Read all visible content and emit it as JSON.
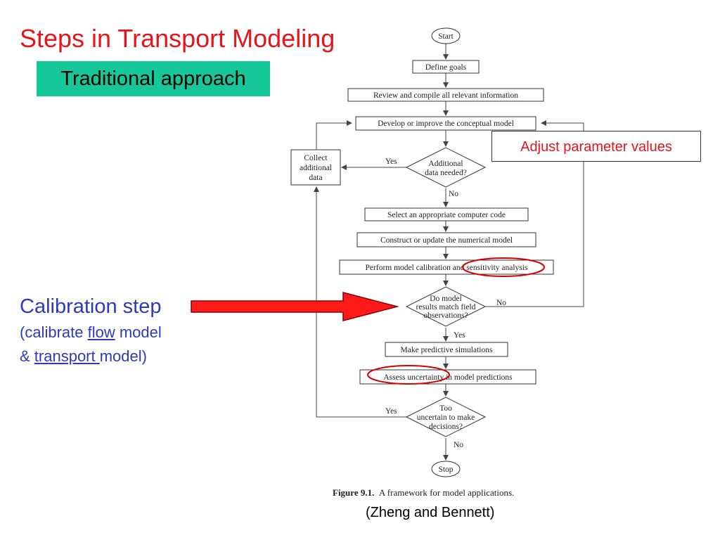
{
  "slide": {
    "title": "Steps in Transport Modeling",
    "badge": "Traditional approach",
    "adjust_note": "Adjust parameter values",
    "calibration": {
      "heading": "Calibration step",
      "line1_prefix": "(calibrate ",
      "line1_flow": "flow",
      "line1_suffix": " model",
      "line2_prefix": "& ",
      "line2_transport": "transport ",
      "line2_suffix": "model)"
    },
    "credit": "(Zheng and Bennett)",
    "colors": {
      "title_red": "#e8141b",
      "badge_green": "#16c79a",
      "calib_blue": "#2e3bb8",
      "arrow_red": "#ff1a1a"
    }
  },
  "flowchart": {
    "start": "Start",
    "stop": "Stop",
    "define_goals": "Define goals",
    "review": "Review and compile all relevant information",
    "develop": "Develop or improve the conceptual model",
    "collect": [
      "Collect",
      "additional",
      "data"
    ],
    "decision_data": [
      "Additional",
      "data needed?"
    ],
    "select_code": "Select an appropriate computer code",
    "construct": "Construct or update the numerical model",
    "calibrate": "Perform model calibration and sensitivity analysis",
    "decision_match": [
      "Do model",
      "results match field",
      "observations?"
    ],
    "predict": "Make predictive simulations",
    "uncertainty": "Assess uncertainty in model predictions",
    "decision_uncertain": [
      "Too",
      "uncertain to make",
      "decisions?"
    ],
    "yes": "Yes",
    "no": "No",
    "caption_bold": "Figure 9.1.",
    "caption_text": "A framework for model applications."
  }
}
